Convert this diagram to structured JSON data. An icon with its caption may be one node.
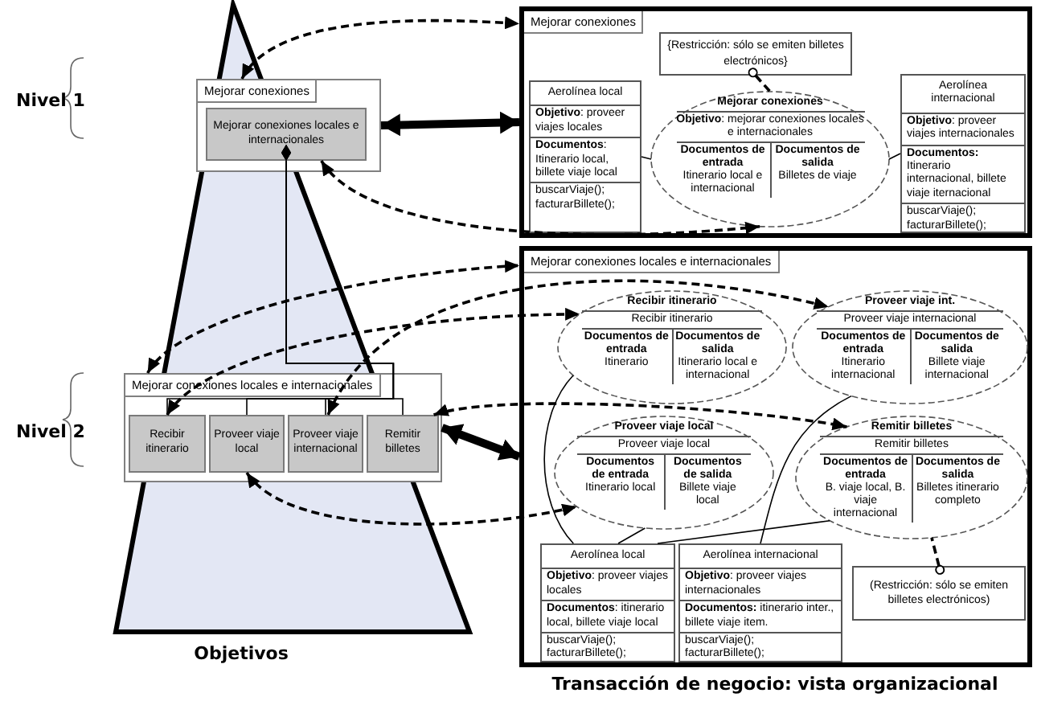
{
  "diagram": {
    "nodes": [
      {
        "text": [
          "Mejorar conexiones"
        ]
      },
      {
        "text": [
          "Mejorar conexiones locales e internacionales"
        ],
        "in": 0
      },
      {
        "text": [
          "Mejorar conexiones locales e internacionales"
        ]
      },
      {
        "text": [
          "Recibir itinerario"
        ],
        "in": 2
      },
      {
        "text": [
          "Proveer viaje local"
        ],
        "in": 2
      },
      {
        "text": [
          "Proveer viaje internacional"
        ],
        "in": 2
      },
      {
        "text": [
          "Remitir billetes"
        ],
        "in": 2
      },
      {
        "text": [
          "Mejorar conexiones"
        ]
      },
      {
        "text": [
          "{Restricción: sólo se emiten billetes electrónicos}"
        ],
        "in": 7
      },
      {
        "text": [
          "Aerolínea local",
          "**Objetivo**: proveer viajes locales",
          "**Documentos**: Itinerario local, billete viaje local",
          "buscarViaje(); facturarBillete();"
        ],
        "in": 7
      },
      {
        "text": [
          "Mejorar conexiones",
          "**Objetivo**: mejorar conexiones locales e internacionales",
          "Documentos de entrada",
          "Itinerario local e internacional",
          "Documentos de salida",
          "Billetes de viaje"
        ],
        "in": 7
      },
      {
        "text": [
          "Aerolínea internacional",
          "**Objetivo**: proveer viajes internacionales",
          "**Documentos:** Itinerario internacional, billete viaje iternacional",
          "buscarViaje(); facturarBillete();"
        ],
        "in": 7
      },
      {
        "text": [
          "Mejorar conexiones locales e internacionales"
        ]
      },
      {
        "text": [
          "Recibir itinerario",
          "Recibir itinerario",
          "Documentos de entrada",
          "Itinerario",
          "Documentos de salida",
          "Itinerario local e internacional"
        ],
        "in": 12
      },
      {
        "text": [
          "Proveer viaje int.",
          "Proveer viaje internacional",
          "Documentos de entrada",
          "Itinerario internacional",
          "Documentos de salida",
          "Billete viaje internacional"
        ],
        "in": 12
      },
      {
        "text": [
          "Proveer viaje local",
          "Proveer viaje local",
          "Documentos de entrada",
          "Itinerario local",
          "Documentos de salida",
          "Billete viaje local"
        ],
        "in": 12
      },
      {
        "text": [
          "Remitir billetes",
          "Remitir billetes",
          "Documentos de entrada",
          "B. viaje local, B. viaje internacional",
          "Documentos de salida",
          "Billetes itinerario completo"
        ],
        "in": 12
      },
      {
        "text": [
          "Aerolínea local",
          "**Objetivo**: proveer viajes locales",
          "**Documentos**: itinerario local, billete viaje local",
          "buscarViaje(); facturarBillete();"
        ],
        "in": 12
      },
      {
        "text": [
          "Aerolínea internacional",
          "**Objetivo**: proveer viajes internacionales",
          "**Documentos:** itinerario inter., billete viaje item.",
          "buscarViaje(); facturarBillete();"
        ],
        "in": 12
      },
      {
        "text": [
          "(Restricción: sólo se emiten billetes electrónicos)"
        ],
        "in": 12
      }
    ],
    "edges": [
      {
        "from": 1,
        "to": 3,
        "arrow": "other"
      },
      {
        "from": 1,
        "to": 4,
        "arrow": "other"
      },
      {
        "from": 1,
        "to": 5,
        "arrow": "other"
      },
      {
        "from": 1,
        "to": 6,
        "arrow": "other"
      },
      {
        "from": 0,
        "to": 7,
        "arrow": "both",
        "style": "thick"
      },
      {
        "from": 2,
        "to": 12,
        "arrow": "both",
        "style": "thick"
      },
      {
        "from": 0,
        "to": 7,
        "arrow": "both",
        "style": "dashed"
      },
      {
        "from": 1,
        "to": 10,
        "arrow": "both",
        "style": "dashed"
      },
      {
        "from": 2,
        "to": 12,
        "arrow": "both",
        "style": "dashed"
      },
      {
        "from": 3,
        "to": 13,
        "arrow": "both",
        "style": "dashed"
      },
      {
        "from": 5,
        "to": 14,
        "arrow": "both",
        "style": "dashed"
      },
      {
        "from": 6,
        "to": 16,
        "arrow": "both",
        "style": "dashed"
      },
      {
        "from": 4,
        "to": 15,
        "arrow": "both",
        "style": "dashed"
      },
      {
        "from": 8,
        "to": 10,
        "arrow": "other",
        "style": "dashed"
      },
      {
        "from": 9,
        "to": 10,
        "arrow": "none"
      },
      {
        "from": 11,
        "to": 10,
        "arrow": "none"
      },
      {
        "from": 13,
        "to": 17,
        "arrow": "none"
      },
      {
        "from": 15,
        "to": 17,
        "arrow": "none"
      },
      {
        "from": 16,
        "to": 17,
        "arrow": "none"
      },
      {
        "from": 14,
        "to": 18,
        "arrow": "none"
      },
      {
        "from": 19,
        "to": 16,
        "arrow": "other",
        "style": "dashed"
      }
    ],
    "labels": [
      "Nivel 1",
      "Nivel 2",
      "Objetivos",
      "Transacción de negocio: vista organizacional"
    ]
  }
}
